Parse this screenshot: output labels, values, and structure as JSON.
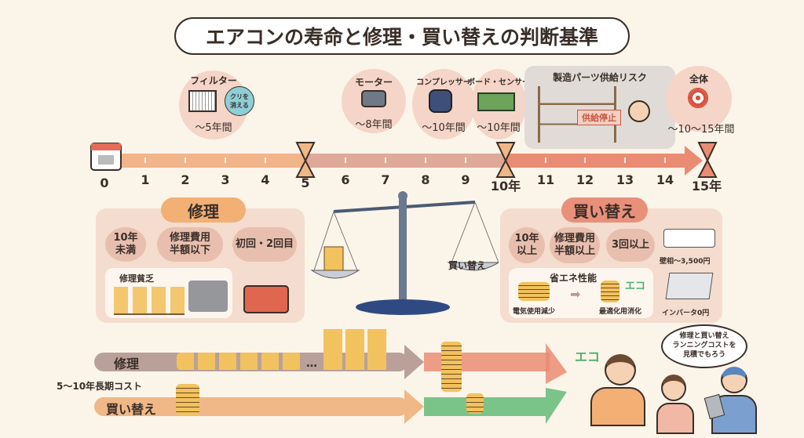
{
  "title": "エアコンの寿命と修理・買い替えの判断基準",
  "timeline": {
    "ticks": [
      "0",
      "1",
      "2",
      "3",
      "4",
      "5",
      "6",
      "7",
      "8",
      "9",
      "10年",
      "11",
      "12",
      "13",
      "14",
      "15年"
    ],
    "parts": [
      {
        "name": "フィルター",
        "lifespan": "～5年間",
        "note": "クリを消える"
      },
      {
        "name": "モーター",
        "lifespan": "～8年間"
      },
      {
        "name": "コンプレッサー",
        "lifespan": "～10年間"
      },
      {
        "name": "ボード・センサー",
        "lifespan": "～10年間"
      },
      {
        "name": "全体",
        "lifespan": "～10～15年間"
      }
    ],
    "risk": {
      "title": "製造パーツ供給リスク",
      "sign": "供給停止"
    }
  },
  "repair": {
    "header": "修理",
    "criteria": [
      "10年\n未満",
      "修理費用\n半額以下",
      "初回・2回目"
    ],
    "detail": "修理貧乏"
  },
  "scale": {
    "right_pan": "買い替え"
  },
  "replace": {
    "header": "買い替え",
    "criteria": [
      "10年\n以上",
      "修理費用\n半額以上",
      "3回以上"
    ],
    "energy_title": "省エネ性能",
    "energy_left": "電気使用減少",
    "energy_right": "最適化用消化",
    "eco": "エコ",
    "unit1": "壁相～3,500円",
    "unit2": "インバータ0円"
  },
  "cost": {
    "repair_label": "修理",
    "dots": "…",
    "period_label": "5～10年長期コスト",
    "replace_label": "買い替え",
    "eco": "エコ"
  },
  "speech": "修理と買い替え\nランニングコストを\n見積でもろう",
  "colors": {
    "bg": "#fbf4e9",
    "timeline_early": "#f2b58a",
    "timeline_mid": "#dfa99a",
    "timeline_late": "#ea8c74",
    "repair_arrow": "#b9a19a",
    "replace_arrow": "#f0b887",
    "eco_green": "#4caf6e"
  }
}
